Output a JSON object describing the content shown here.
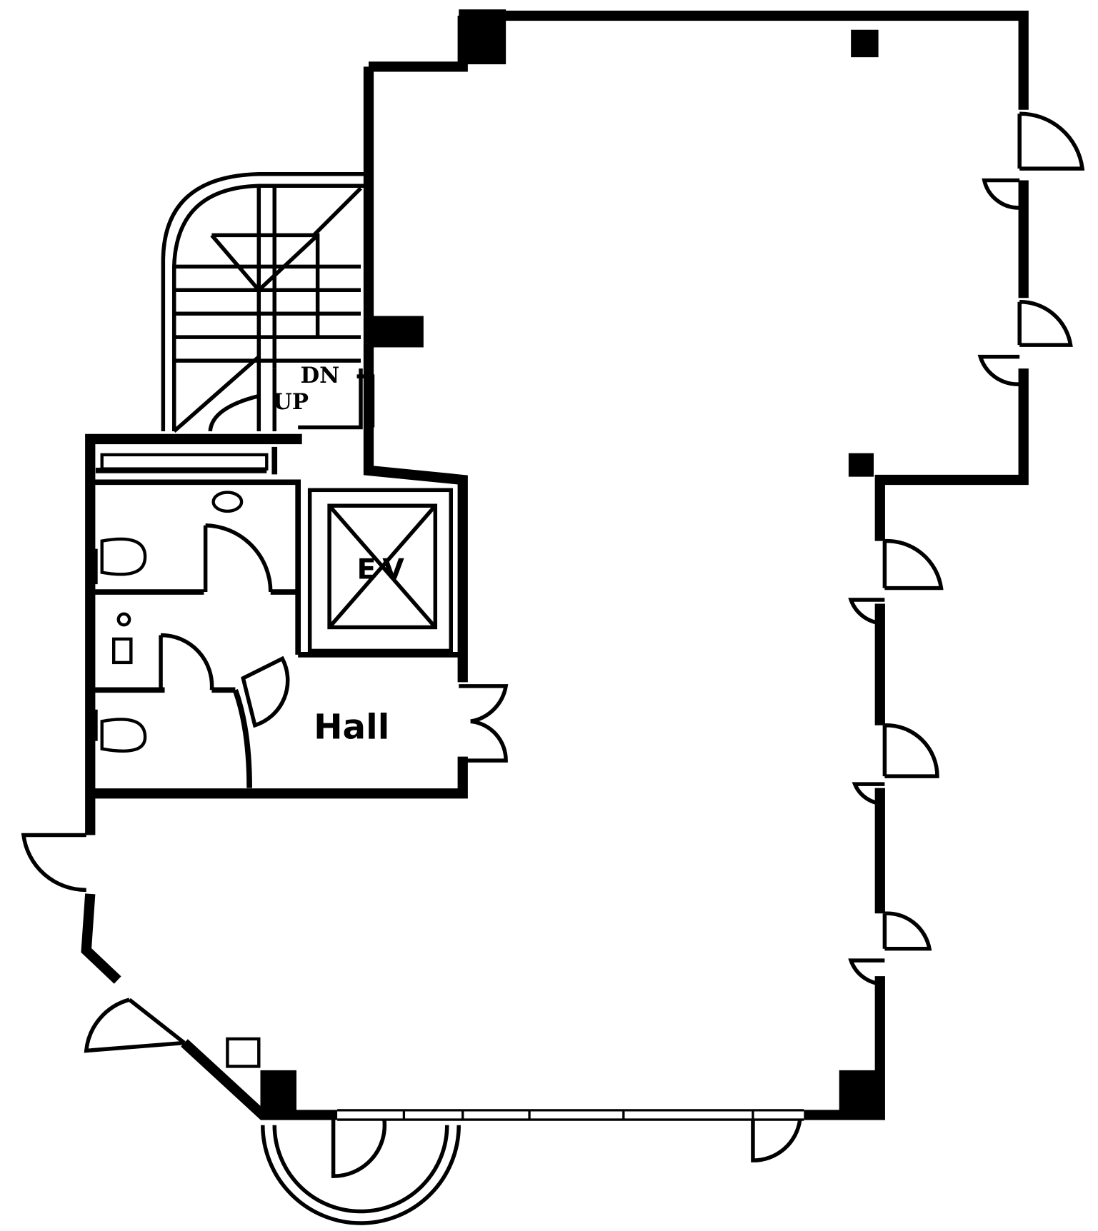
{
  "floor_plan": {
    "labels": {
      "stairs_down": "DN",
      "stairs_up": "UP",
      "elevator": "EV",
      "hall": "Hall"
    },
    "colors": {
      "wall": "#000000",
      "background": "#ffffff"
    }
  }
}
